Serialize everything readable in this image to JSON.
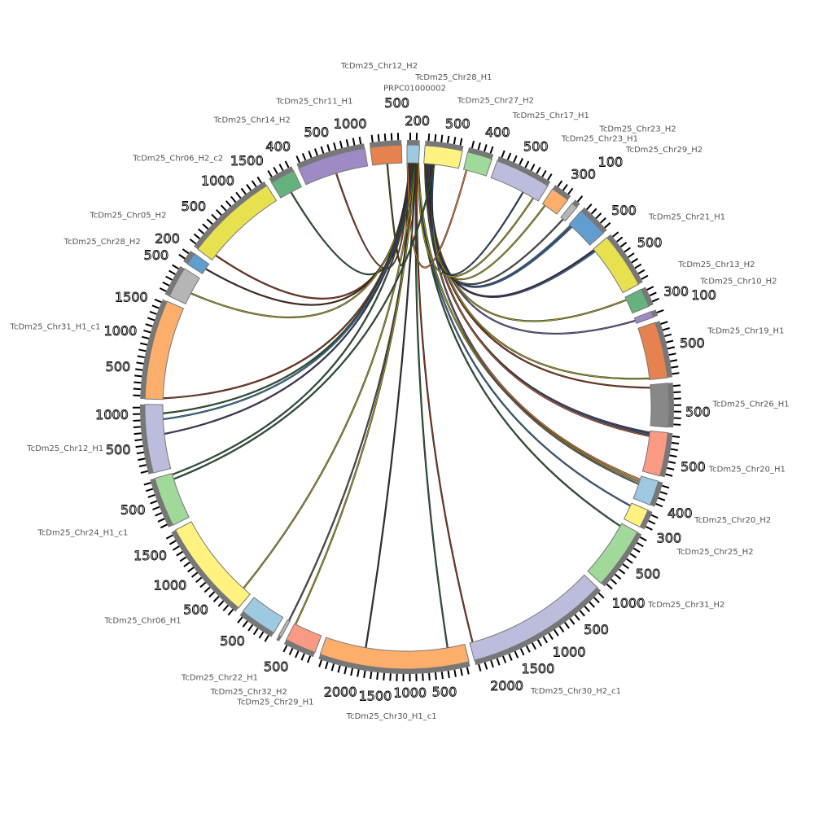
{
  "chart_data": {
    "type": "chord",
    "title": "",
    "tick_interval": 100,
    "segments": [
      {
        "name": "PRPC01000002",
        "length": 200,
        "color": "#9ecae1"
      },
      {
        "name": "TcDm25_Chr28_H1",
        "length": 600,
        "color": "#fff280"
      },
      {
        "name": "TcDm25_Chr27_H2",
        "length": 400,
        "color": "#a1d99b"
      },
      {
        "name": "TcDm25_Chr17_H1",
        "length": 900,
        "color": "#bcbddc"
      },
      {
        "name": "TcDm25_Chr23_H1",
        "length": 300,
        "color": "#fdae6b"
      },
      {
        "name": "TcDm25_Chr23_H2",
        "length": 100,
        "color": "#b5b5b5"
      },
      {
        "name": "TcDm25_Chr29_H2",
        "length": 500,
        "color": "#619dcf"
      },
      {
        "name": "TcDm25_Chr21_H1",
        "length": 900,
        "color": "#e7e04f"
      },
      {
        "name": "TcDm25_Chr13_H2",
        "length": 300,
        "color": "#66b27f"
      },
      {
        "name": "TcDm25_Chr10_H2",
        "length": 100,
        "color": "#9e8ac4"
      },
      {
        "name": "TcDm25_Chr19_H1",
        "length": 900,
        "color": "#e6824f"
      },
      {
        "name": "TcDm25_Chr26_H1",
        "length": 700,
        "color": "#888888"
      },
      {
        "name": "TcDm25_Chr20_H1",
        "length": 700,
        "color": "#fb9a82"
      },
      {
        "name": "TcDm25_Chr20_H2",
        "length": 400,
        "color": "#9ecae1"
      },
      {
        "name": "TcDm25_Chr25_H2",
        "length": 300,
        "color": "#fff280"
      },
      {
        "name": "TcDm25_Chr31_H2",
        "length": 1000,
        "color": "#a1d99b"
      },
      {
        "name": "TcDm25_Chr30_H2_c1",
        "length": 2300,
        "color": "#bcbddc"
      },
      {
        "name": "TcDm25_Chr30_H1_c1",
        "length": 2400,
        "color": "#fdae6b"
      },
      {
        "name": "TcDm25_Chr29_H1",
        "length": 500,
        "color": "#fb9a82"
      },
      {
        "name": "TcDm25_Chr32_H2",
        "length": 50,
        "color": "#b5b5b5"
      },
      {
        "name": "TcDm25_Chr22_H1",
        "length": 600,
        "color": "#9ecae1"
      },
      {
        "name": "TcDm25_Chr06_H1",
        "length": 1600,
        "color": "#fff280"
      },
      {
        "name": "TcDm25_Chr24_H1_c1",
        "length": 800,
        "color": "#a1d99b"
      },
      {
        "name": "TcDm25_Chr12_H1",
        "length": 1100,
        "color": "#bcbddc"
      },
      {
        "name": "TcDm25_Chr31_H1_c1",
        "length": 1600,
        "color": "#fdae6b"
      },
      {
        "name": "TcDm25_Chr28_H2",
        "length": 500,
        "color": "#b5b5b5"
      },
      {
        "name": "TcDm25_Chr05_H2",
        "length": 200,
        "color": "#619dcf"
      },
      {
        "name": "TcDm25_Chr06_H2_c2",
        "length": 1500,
        "color": "#e7e04f"
      },
      {
        "name": "TcDm25_Chr14_H2",
        "length": 400,
        "color": "#66b27f"
      },
      {
        "name": "TcDm25_Chr11_H1",
        "length": 1100,
        "color": "#9e8ac4"
      },
      {
        "name": "TcDm25_Chr12_H2",
        "length": 500,
        "color": "#e6824f"
      }
    ],
    "links": [
      {
        "from": [
          0,
          20
        ],
        "to": [
          30,
          250
        ],
        "color": "#5a4a1a"
      },
      {
        "from": [
          0,
          30
        ],
        "to": [
          29,
          550
        ],
        "color": "#8c3a1e"
      },
      {
        "from": [
          0,
          40
        ],
        "to": [
          28,
          200
        ],
        "color": "#2f5f3a"
      },
      {
        "from": [
          0,
          50
        ],
        "to": [
          27,
          100
        ],
        "color": "#8c3a1e"
      },
      {
        "from": [
          0,
          60
        ],
        "to": [
          26,
          100
        ],
        "color": "#4a2a1a"
      },
      {
        "from": [
          0,
          70
        ],
        "to": [
          25,
          200
        ],
        "color": "#a09a2a"
      },
      {
        "from": [
          0,
          80
        ],
        "to": [
          24,
          20
        ],
        "color": "#8c3a1e"
      },
      {
        "from": [
          0,
          90
        ],
        "to": [
          23,
          950
        ],
        "color": "#2f5f3a"
      },
      {
        "from": [
          0,
          100
        ],
        "to": [
          23,
          850
        ],
        "color": "#3a7aa0"
      },
      {
        "from": [
          0,
          110
        ],
        "to": [
          23,
          600
        ],
        "color": "#4a3a6a"
      },
      {
        "from": [
          0,
          120
        ],
        "to": [
          22,
          780
        ],
        "color": "#2f5f3a"
      },
      {
        "from": [
          0,
          130
        ],
        "to": [
          21,
          150
        ],
        "color": "#a09a2a"
      },
      {
        "from": [
          0,
          135
        ],
        "to": [
          19,
          20
        ],
        "color": "#555555"
      },
      {
        "from": [
          0,
          140
        ],
        "to": [
          18,
          480
        ],
        "color": "#a09a2a"
      },
      {
        "from": [
          0,
          150
        ],
        "to": [
          17,
          1700
        ],
        "color": "#333333"
      },
      {
        "from": [
          0,
          160
        ],
        "to": [
          17,
          300
        ],
        "color": "#2f5f3a"
      },
      {
        "from": [
          0,
          170
        ],
        "to": [
          16,
          2250
        ],
        "color": "#8c3a1e"
      },
      {
        "from": [
          0,
          180
        ],
        "to": [
          15,
          50
        ],
        "color": "#2f5f3a"
      },
      {
        "from": [
          0,
          185
        ],
        "to": [
          14,
          50
        ],
        "color": "#3a6a9a"
      },
      {
        "from": [
          0,
          190
        ],
        "to": [
          13,
          100
        ],
        "color": "#a09a2a"
      },
      {
        "from": [
          1,
          20
        ],
        "to": [
          13,
          60
        ],
        "color": "#e07a3a"
      },
      {
        "from": [
          1,
          30
        ],
        "to": [
          13,
          140
        ],
        "color": "#6a6a6a"
      },
      {
        "from": [
          1,
          40
        ],
        "to": [
          12,
          30
        ],
        "color": "#4a4a6a"
      },
      {
        "from": [
          1,
          50
        ],
        "to": [
          12,
          60
        ],
        "color": "#3a6a9a"
      },
      {
        "from": [
          1,
          60
        ],
        "to": [
          12,
          90
        ],
        "color": "#c05a3a"
      },
      {
        "from": [
          1,
          70
        ],
        "to": [
          11,
          50
        ],
        "color": "#8c3a1e"
      },
      {
        "from": [
          1,
          80
        ],
        "to": [
          10,
          880
        ],
        "color": "#a09a2a"
      },
      {
        "from": [
          1,
          90
        ],
        "to": [
          9,
          50
        ],
        "color": "#6a5a9a"
      },
      {
        "from": [
          1,
          100
        ],
        "to": [
          8,
          50
        ],
        "color": "#a09a2a"
      },
      {
        "from": [
          1,
          110
        ],
        "to": [
          7,
          50
        ],
        "color": "#3a7aa0"
      },
      {
        "from": [
          1,
          120
        ],
        "to": [
          7,
          20
        ],
        "color": "#4a2a5a"
      },
      {
        "from": [
          1,
          130
        ],
        "to": [
          6,
          30
        ],
        "color": "#3a6a9a"
      },
      {
        "from": [
          1,
          140
        ],
        "to": [
          6,
          60
        ],
        "color": "#3a6a9a"
      },
      {
        "from": [
          1,
          150
        ],
        "to": [
          5,
          50
        ],
        "color": "#555555"
      },
      {
        "from": [
          1,
          160
        ],
        "to": [
          4,
          50
        ],
        "color": "#a09a2a"
      },
      {
        "from": [
          0,
          195
        ],
        "to": [
          3,
          800
        ],
        "color": "#a09a2a"
      },
      {
        "from": [
          1,
          170
        ],
        "to": [
          3,
          600
        ],
        "color": "#2a4a6a"
      },
      {
        "from": [
          2,
          50
        ],
        "to": [
          0,
          10
        ],
        "color": "#e07a3a"
      },
      {
        "from": [
          1,
          180
        ],
        "to": [
          22,
          700
        ],
        "color": "#2f5f3a"
      }
    ]
  }
}
